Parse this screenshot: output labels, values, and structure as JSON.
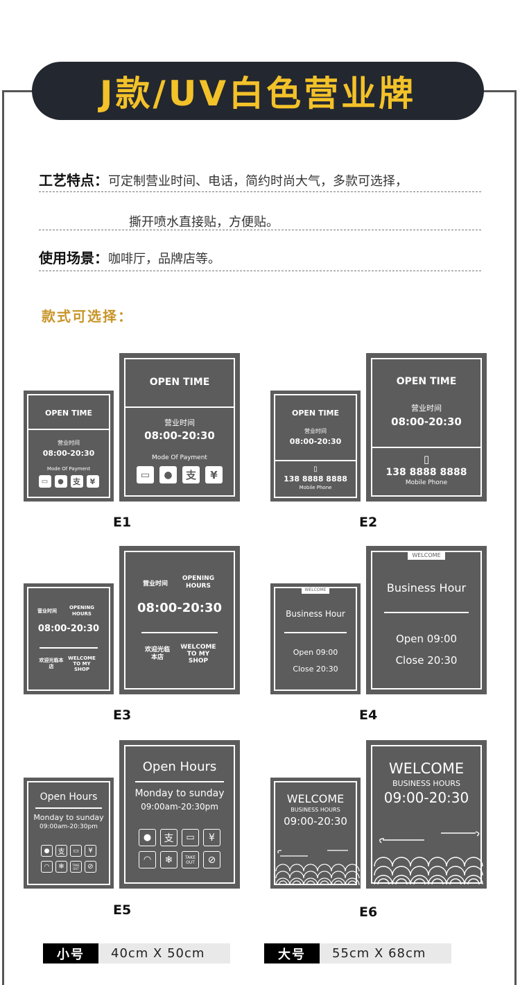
{
  "header": {
    "title": "J款/UV白色营业牌"
  },
  "features": {
    "craft_label": "工艺特点：",
    "craft_line1": "可定制营业时间、电话，简约时尚大气，多款可选择，",
    "craft_line2": "撕开喷水直接贴，方便贴。",
    "scene_label": "使用场景：",
    "scene_text": "咖啡厅，品牌店等。"
  },
  "styles_title": "款式可选择：",
  "signs": {
    "open_time": "OPEN TIME",
    "biz_time_cn": "营业时间",
    "hours": "08:00-20:30",
    "payment": "Mode Of Payment",
    "phone": "138 8888 8888",
    "mobile": "Mobile Phone",
    "opening_hours": "OPENING HOURS",
    "welcome_cn": "欢迎光临本店",
    "welcome_shop": "WELCOME TO MY SHOP",
    "welcome_tag": "WELCOME",
    "business_hour": "Business Hour",
    "open_0900": "Open 09:00",
    "close_2030": "Close 20:30",
    "open_hours": "Open Hours",
    "monday_sunday": "Monday to sunday",
    "hours_ampm": "09:00am-20:30pm",
    "welcome_big": "WELCOME",
    "business_hours": "BUSINESS HOURS",
    "hours_e6": "09:00-20:30",
    "take_out": "TAKE OUT"
  },
  "captions": [
    "E1",
    "E2",
    "E3",
    "E4",
    "E5",
    "E6"
  ],
  "sizes": {
    "small_label": "小号",
    "small_value": "40cm X 50cm",
    "large_label": "大号",
    "large_value": "55cm X 68cm"
  },
  "colors": {
    "accent": "#f3c229",
    "sign_bg": "#5c5c5c",
    "section_title": "#c8952a",
    "pill_bg": "#232730"
  }
}
